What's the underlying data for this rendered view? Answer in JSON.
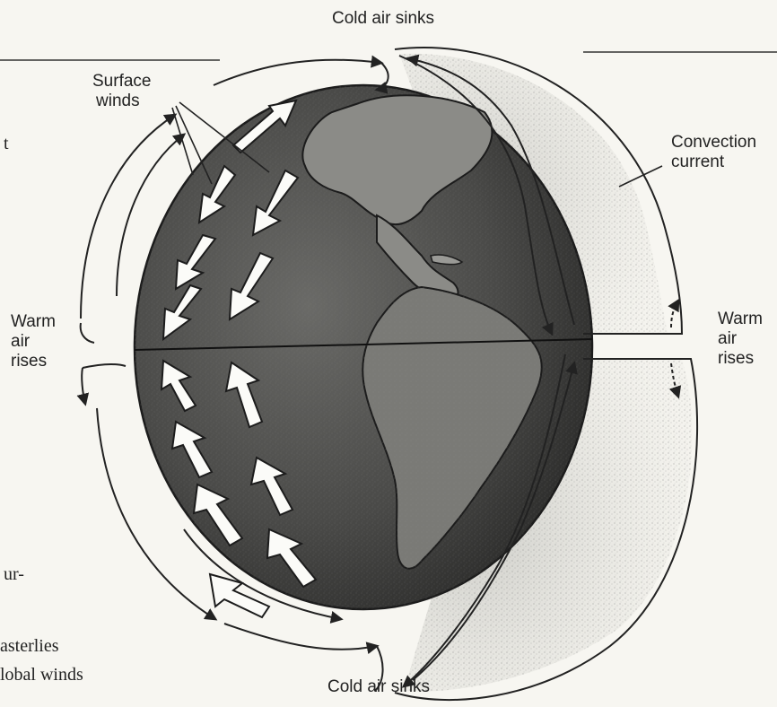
{
  "labels": {
    "cold_top": "Cold air sinks",
    "cold_bottom": "Cold air sinks",
    "surface_winds": [
      "Surface",
      "winds"
    ],
    "convection_current": [
      "Convection",
      "current"
    ],
    "warm_left": [
      "Warm",
      "air",
      "rises"
    ],
    "warm_right": [
      "Warm",
      "air",
      "rises"
    ]
  },
  "margin_text": {
    "t_fragment": "t",
    "ur_fragment": "ur-",
    "easterlies_fragment": "asterlies",
    "global_winds_fragment": "lobal winds"
  },
  "colors": {
    "globe_dark": "#2e2e2e",
    "globe_mid": "#5a5a5a",
    "land": "#8a8a86",
    "outline": "#1c1c1c",
    "background": "#f7f6f1",
    "shade": "#bdbdb8"
  }
}
